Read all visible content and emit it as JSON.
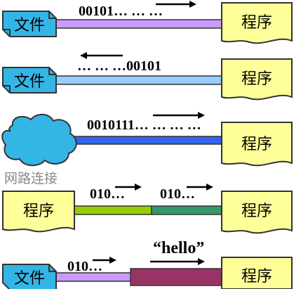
{
  "labels": {
    "file": "文件",
    "program": "程序",
    "network": "网路连接"
  },
  "rows": [
    {
      "bits": "00101… … …"
    },
    {
      "bits": "… … …00101"
    },
    {
      "bits": "0010111… … … …"
    },
    {
      "bits_left": "010…",
      "bits_right": "010…"
    },
    {
      "bits": "010…",
      "message": "“hello”"
    }
  ],
  "colors": {
    "file_box": "#33b5e5",
    "program_box": "#ffff99",
    "row1_pipe": "#cc99ff",
    "row2_pipe": "#99ccff",
    "row3_pipe": "#3366ee",
    "row4_pipe_left": "#99cc00",
    "row4_pipe_right": "#339966",
    "row5_pipe_left": "#cc99ff",
    "row5_pipe_right": "#993366",
    "cloud": "#33b5e5"
  }
}
